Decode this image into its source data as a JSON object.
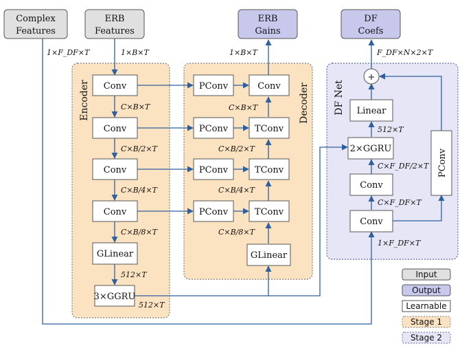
{
  "inputs": {
    "complex_line1": "Complex",
    "complex_line2": "Features",
    "erb_line1": "ERB",
    "erb_line2": "Features"
  },
  "outputs": {
    "gains_line1": "ERB",
    "gains_line2": "Gains",
    "coefs_line1": "DF",
    "coefs_line2": "Coefs"
  },
  "stages": {
    "encoder": "Encoder",
    "decoder": "Decoder",
    "dfnet": "DF Net"
  },
  "encoder": {
    "blocks": [
      "Conv",
      "Conv",
      "Conv",
      "Conv",
      "GLinear",
      "3×GGRU"
    ],
    "dims": [
      "1×B×T",
      "C×B×T",
      "C×B/2×T",
      "C×B/4×T",
      "C×B/8×T",
      "512×T",
      "512×T"
    ]
  },
  "decoder": {
    "pconv": [
      "PConv",
      "PConv",
      "PConv",
      "PConv"
    ],
    "blocks": [
      "Conv",
      "TConv",
      "TConv",
      "TConv",
      "GLinear"
    ],
    "dims": [
      "1×B×T",
      "C×B×T",
      "C×B/2×T",
      "C×B/4×T",
      "C×B/8×T"
    ]
  },
  "dfnet": {
    "blocks": [
      "Linear",
      "2×GGRU",
      "Conv",
      "Conv",
      "PConv"
    ],
    "plus": "+",
    "dims": [
      "F_DF×N×2×T",
      "512×T",
      "C×F_DF/2×T",
      "C×F_DF×T",
      "1×F_DF×T"
    ],
    "complex_dim": "1×F_DF×T"
  },
  "legend": {
    "input": "Input",
    "output": "Output",
    "learnable": "Learnable",
    "stage1": "Stage 1",
    "stage2": "Stage 2"
  },
  "colors": {
    "input_fill": "#e0e0e0",
    "output_fill": "#c8c8ec",
    "stage1_fill": "#fbe3c2",
    "stage2_fill": "#e6e6f6",
    "line": "#2e5f9e"
  }
}
